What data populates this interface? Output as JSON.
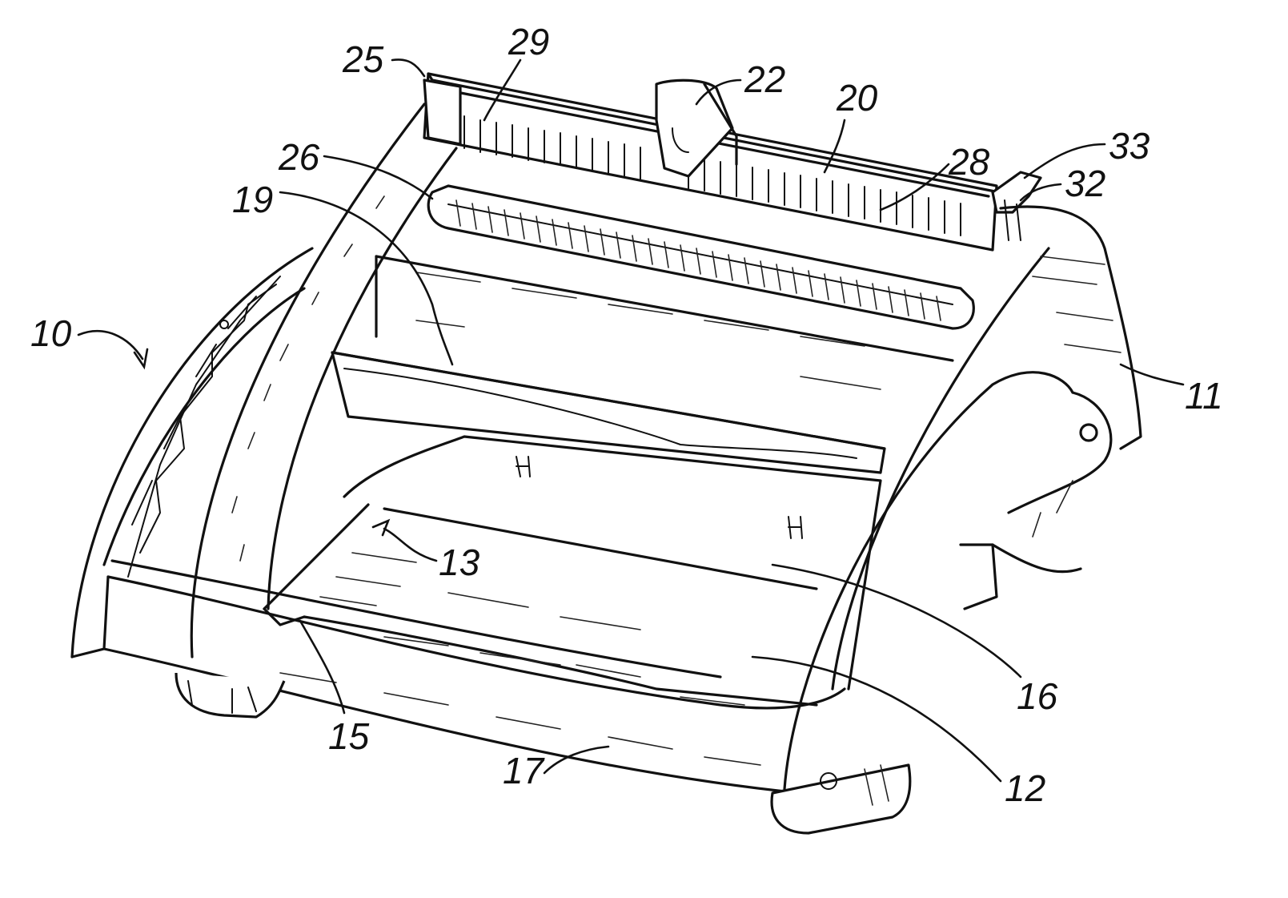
{
  "figure": {
    "reference_numerals": {
      "device": "10",
      "housing": "11",
      "lower_plate": "12",
      "guide": "13",
      "front_tab": "15",
      "paper_tray": "16",
      "front_panel": "17",
      "back_fence": "19",
      "punch_bar": "20",
      "handle_knob": "22",
      "end_cap": "25",
      "comb": "26",
      "fingers_right": "28",
      "fingers_left": "29",
      "latch_upper": "33",
      "latch_lower": "32"
    }
  }
}
